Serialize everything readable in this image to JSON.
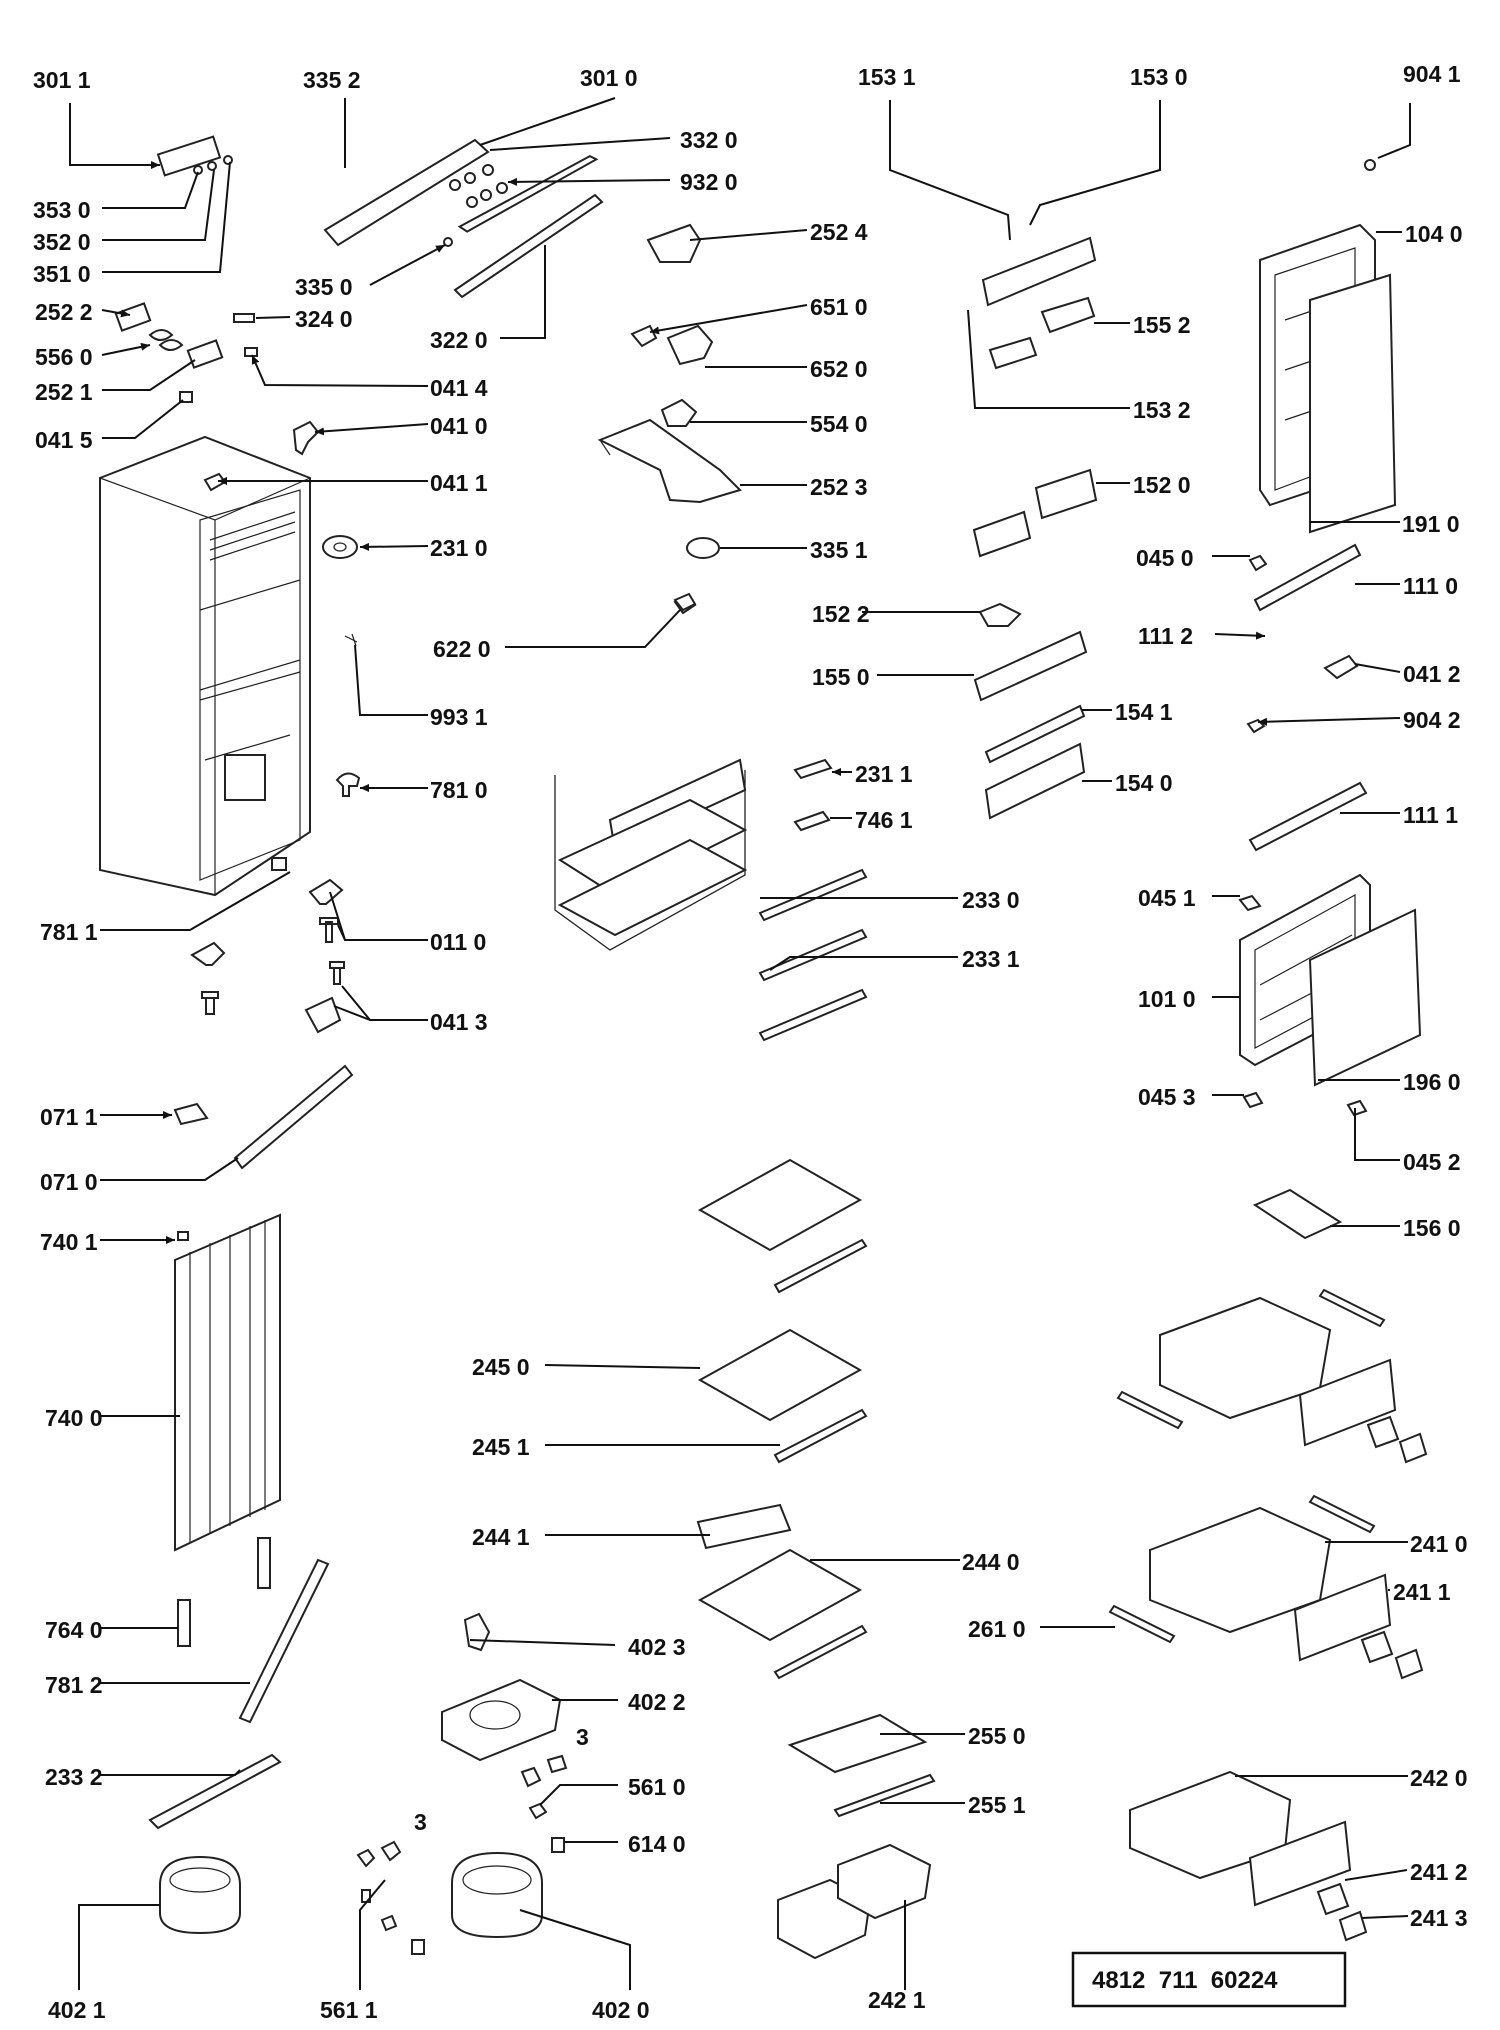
{
  "reference_number": "4812  711  60224",
  "labels": [
    {
      "id": "l01",
      "text": "301 1"
    },
    {
      "id": "l02",
      "text": "335  2"
    },
    {
      "id": "l03",
      "text": "301 0"
    },
    {
      "id": "l04",
      "text": "332 0"
    },
    {
      "id": "l05",
      "text": "932 0"
    },
    {
      "id": "l06",
      "text": "353  0"
    },
    {
      "id": "l07",
      "text": "352 0"
    },
    {
      "id": "l08",
      "text": "351  0"
    },
    {
      "id": "l09",
      "text": "335 0"
    },
    {
      "id": "l10",
      "text": "252 2"
    },
    {
      "id": "l11",
      "text": "324 0"
    },
    {
      "id": "l12",
      "text": "322 0"
    },
    {
      "id": "l13",
      "text": "556  0"
    },
    {
      "id": "l14",
      "text": "252 1"
    },
    {
      "id": "l15",
      "text": "041 4"
    },
    {
      "id": "l16",
      "text": "041 5"
    },
    {
      "id": "l17",
      "text": "041 0"
    },
    {
      "id": "l18",
      "text": "041 1"
    },
    {
      "id": "l19",
      "text": "231 0"
    },
    {
      "id": "l20",
      "text": "622 0"
    },
    {
      "id": "l21",
      "text": "993 1"
    },
    {
      "id": "l22",
      "text": "781 0"
    },
    {
      "id": "l23",
      "text": "781 1"
    },
    {
      "id": "l24",
      "text": "011 0"
    },
    {
      "id": "l25",
      "text": "041 3"
    },
    {
      "id": "l26",
      "text": "071 1"
    },
    {
      "id": "l27",
      "text": "071 0"
    },
    {
      "id": "l28",
      "text": "740 1"
    },
    {
      "id": "l29",
      "text": "740 0"
    },
    {
      "id": "l30",
      "text": "764 0"
    },
    {
      "id": "l31",
      "text": "781 2"
    },
    {
      "id": "l32",
      "text": "233 2"
    },
    {
      "id": "l33",
      "text": "402 1"
    },
    {
      "id": "l34",
      "text": "561 1"
    },
    {
      "id": "l35",
      "text": "402 0"
    },
    {
      "id": "l36",
      "text": "252 4"
    },
    {
      "id": "l37",
      "text": "651 0"
    },
    {
      "id": "l38",
      "text": "652 0"
    },
    {
      "id": "l39",
      "text": "554 0"
    },
    {
      "id": "l40",
      "text": "252 3"
    },
    {
      "id": "l41",
      "text": "335 1"
    },
    {
      "id": "l42",
      "text": "231 1"
    },
    {
      "id": "l43",
      "text": "746 1"
    },
    {
      "id": "l44",
      "text": "233 0"
    },
    {
      "id": "l45",
      "text": "233 1"
    },
    {
      "id": "l46",
      "text": "245 0"
    },
    {
      "id": "l47",
      "text": "245 1"
    },
    {
      "id": "l48",
      "text": "244 1"
    },
    {
      "id": "l49",
      "text": "244 0"
    },
    {
      "id": "l50",
      "text": "402 3"
    },
    {
      "id": "l51",
      "text": "402 2"
    },
    {
      "id": "l52",
      "text": "561 0"
    },
    {
      "id": "l53",
      "text": "614 0"
    },
    {
      "id": "l54",
      "text": "255 0"
    },
    {
      "id": "l55",
      "text": "255 1"
    },
    {
      "id": "l56",
      "text": "242 1"
    },
    {
      "id": "l57",
      "text": "153 1"
    },
    {
      "id": "l58",
      "text": "153 0"
    },
    {
      "id": "l59",
      "text": "904 1"
    },
    {
      "id": "l60",
      "text": "104 0"
    },
    {
      "id": "l61",
      "text": "155 2"
    },
    {
      "id": "l62",
      "text": "153 2"
    },
    {
      "id": "l63",
      "text": "152 0"
    },
    {
      "id": "l64",
      "text": "191 0"
    },
    {
      "id": "l65",
      "text": "045 0"
    },
    {
      "id": "l66",
      "text": "111 0"
    },
    {
      "id": "l67",
      "text": "152 2"
    },
    {
      "id": "l68",
      "text": "111 2"
    },
    {
      "id": "l69",
      "text": "155  0"
    },
    {
      "id": "l70",
      "text": "041 2"
    },
    {
      "id": "l71",
      "text": "154 1"
    },
    {
      "id": "l72",
      "text": "904 2"
    },
    {
      "id": "l73",
      "text": "154 0"
    },
    {
      "id": "l74",
      "text": "111 1"
    },
    {
      "id": "l75",
      "text": "045 1"
    },
    {
      "id": "l76",
      "text": "101 0"
    },
    {
      "id": "l77",
      "text": "045 3"
    },
    {
      "id": "l78",
      "text": "196 0"
    },
    {
      "id": "l79",
      "text": "045 2"
    },
    {
      "id": "l80",
      "text": "156 0"
    },
    {
      "id": "l81",
      "text": "241 0"
    },
    {
      "id": "l82",
      "text": "241 1"
    },
    {
      "id": "l83",
      "text": "261 0"
    },
    {
      "id": "l84",
      "text": "242 0"
    },
    {
      "id": "l85",
      "text": "241 2"
    },
    {
      "id": "l86",
      "text": "241 3"
    },
    {
      "id": "l87",
      "text": "3"
    },
    {
      "id": "l88",
      "text": "3"
    }
  ]
}
